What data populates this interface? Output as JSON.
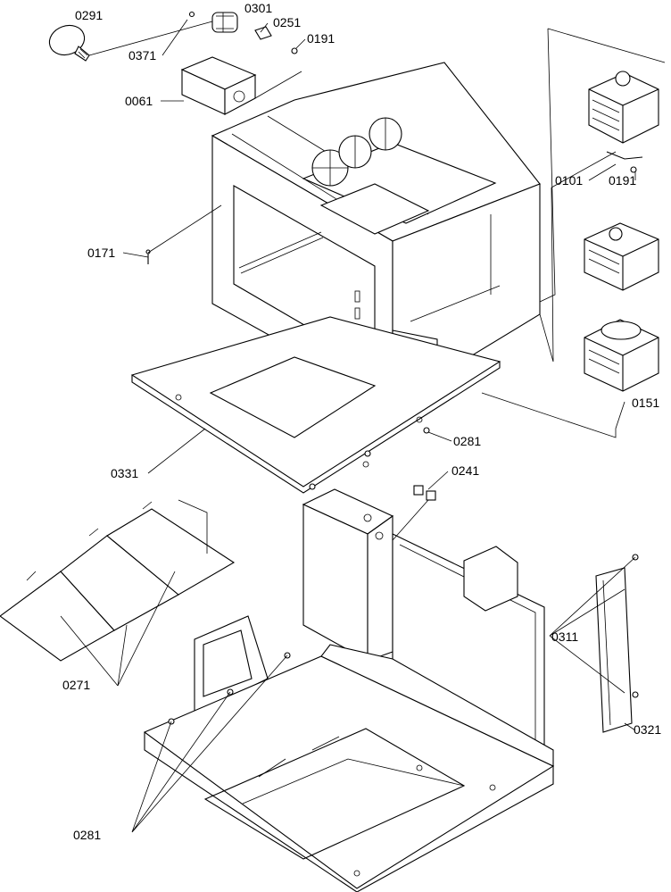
{
  "diagram": {
    "callouts": [
      {
        "id": "c0291",
        "text": "0291"
      },
      {
        "id": "c0301",
        "text": "0301"
      },
      {
        "id": "c0251",
        "text": "0251"
      },
      {
        "id": "c0191a",
        "text": "0191"
      },
      {
        "id": "c0371",
        "text": "0371"
      },
      {
        "id": "c0061",
        "text": "0061"
      },
      {
        "id": "c0171",
        "text": "0171"
      },
      {
        "id": "c0101",
        "text": "0101"
      },
      {
        "id": "c0191b",
        "text": "0191"
      },
      {
        "id": "c0151",
        "text": "0151"
      },
      {
        "id": "c0281a",
        "text": "0281"
      },
      {
        "id": "c0331",
        "text": "0331"
      },
      {
        "id": "c0241",
        "text": "0241"
      },
      {
        "id": "c0311",
        "text": "0311"
      },
      {
        "id": "c0321",
        "text": "0321"
      },
      {
        "id": "c0271",
        "text": "0271"
      },
      {
        "id": "c0281b",
        "text": "0281"
      }
    ]
  }
}
